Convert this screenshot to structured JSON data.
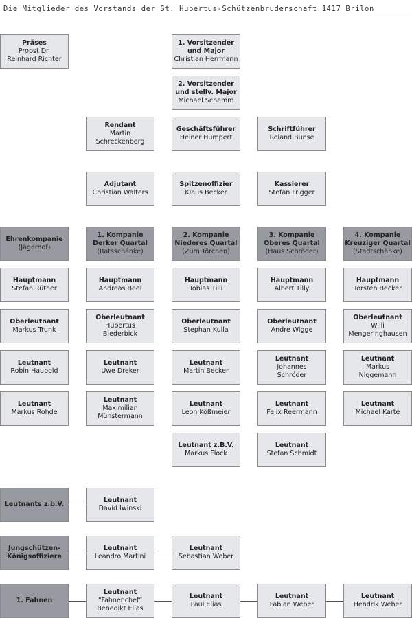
{
  "title": "Die Mitglieder des Vorstands der St. Hubertus-Schützenbruderschaft 1417 Brilon",
  "colors": {
    "light_box": "#e6e7eb",
    "dark_box": "#979ba1",
    "border": "#8a8a8a"
  },
  "boxes": [
    {
      "id": "praeses",
      "dark": false,
      "t": "Präses",
      "s": [
        "Propst Dr.",
        "Reinhard Richter"
      ]
    },
    {
      "id": "vors1",
      "dark": false,
      "t": "1. Vorsitzender\nund Major",
      "s": [
        "Christian Herrmann"
      ]
    },
    {
      "id": "vors2",
      "dark": false,
      "t": "2. Vorsitzender\nund stellv. Major",
      "s": [
        "Michael Schemm"
      ]
    },
    {
      "id": "rendant",
      "dark": false,
      "t": "Rendant",
      "s": [
        "Martin",
        "Schreckenberg"
      ]
    },
    {
      "id": "gf",
      "dark": false,
      "t": "Geschäftsführer",
      "s": [
        "Heiner Humpert"
      ]
    },
    {
      "id": "sf",
      "dark": false,
      "t": "Schriftführer",
      "s": [
        "Roland Bunse"
      ]
    },
    {
      "id": "adjutant",
      "dark": false,
      "t": "Adjutant",
      "s": [
        "Christian Walters"
      ]
    },
    {
      "id": "spitz",
      "dark": false,
      "t": "Spitzenoffizier",
      "s": [
        "Klaus Becker"
      ]
    },
    {
      "id": "kass",
      "dark": false,
      "t": "Kassierer",
      "s": [
        "Stefan Frigger"
      ]
    },
    {
      "id": "k0",
      "dark": true,
      "t": "Ehrenkompanie",
      "s": [
        "(Jägerhof)"
      ]
    },
    {
      "id": "k1",
      "dark": true,
      "t": "1. Kompanie\nDerker Quartal",
      "s": [
        "(Ratsschänke)"
      ]
    },
    {
      "id": "k2",
      "dark": true,
      "t": "2. Kompanie\nNiederes Quartal",
      "s": [
        "(Zum Törchen)"
      ]
    },
    {
      "id": "k3",
      "dark": true,
      "t": "3. Kompanie\nOberes Quartal",
      "s": [
        "(Haus Schröder)"
      ]
    },
    {
      "id": "k4",
      "dark": true,
      "t": "4. Kompanie\nKreuziger Quartal",
      "s": [
        "(Stadtschänke)"
      ]
    },
    {
      "id": "k0h",
      "dark": false,
      "t": "Hauptmann",
      "s": [
        "Stefan Rüther"
      ]
    },
    {
      "id": "k1h",
      "dark": false,
      "t": "Hauptmann",
      "s": [
        "Andreas Beel"
      ]
    },
    {
      "id": "k2h",
      "dark": false,
      "t": "Hauptmann",
      "s": [
        "Tobias Tilli"
      ]
    },
    {
      "id": "k3h",
      "dark": false,
      "t": "Hauptmann",
      "s": [
        "Albert Tilly"
      ]
    },
    {
      "id": "k4h",
      "dark": false,
      "t": "Hauptmann",
      "s": [
        "Torsten Becker"
      ]
    },
    {
      "id": "k0o",
      "dark": false,
      "t": "Oberleutnant",
      "s": [
        "Markus Trunk"
      ]
    },
    {
      "id": "k1o",
      "dark": false,
      "t": "Oberleutnant",
      "s": [
        "Hubertus",
        "Biederbick"
      ]
    },
    {
      "id": "k2o",
      "dark": false,
      "t": "Oberleutnant",
      "s": [
        "Stephan Kulla"
      ]
    },
    {
      "id": "k3o",
      "dark": false,
      "t": "Oberleutnant",
      "s": [
        "Andre Wigge"
      ]
    },
    {
      "id": "k4o",
      "dark": false,
      "t": "Oberleutnant",
      "s": [
        "Willi",
        "Mengeringhausen"
      ]
    },
    {
      "id": "k0l",
      "dark": false,
      "t": "Leutnant",
      "s": [
        "Robin Haubold"
      ]
    },
    {
      "id": "k1l",
      "dark": false,
      "t": "Leutnant",
      "s": [
        "Uwe Dreker"
      ]
    },
    {
      "id": "k2l",
      "dark": false,
      "t": "Leutnant",
      "s": [
        "Martin Becker"
      ]
    },
    {
      "id": "k3l",
      "dark": false,
      "t": "Leutnant",
      "s": [
        "Johannes",
        "Schröder"
      ]
    },
    {
      "id": "k4l",
      "dark": false,
      "t": "Leutnant",
      "s": [
        "Markus",
        "Niggemann"
      ]
    },
    {
      "id": "k0l2",
      "dark": false,
      "t": "Leutnant",
      "s": [
        "Markus Rohde"
      ]
    },
    {
      "id": "k1l2",
      "dark": false,
      "t": "Leutnant",
      "s": [
        "Maximilian",
        "Münstermann"
      ]
    },
    {
      "id": "k2l2",
      "dark": false,
      "t": "Leutnant",
      "s": [
        "Leon Kößmeier"
      ]
    },
    {
      "id": "k3l2",
      "dark": false,
      "t": "Leutnant",
      "s": [
        "Felix Reermann"
      ]
    },
    {
      "id": "k4l2",
      "dark": false,
      "t": "Leutnant",
      "s": [
        "Michael Karte"
      ]
    },
    {
      "id": "k2zbv",
      "dark": false,
      "t": "Leutnant z.B.V.",
      "s": [
        "Markus Flock"
      ]
    },
    {
      "id": "k3l3",
      "dark": false,
      "t": "Leutnant",
      "s": [
        "Stefan Schmidt"
      ]
    },
    {
      "id": "lzbv",
      "dark": true,
      "t": "Leutnants z.b.V.",
      "s": []
    },
    {
      "id": "lzbv1",
      "dark": false,
      "t": "Leutnant",
      "s": [
        "David Iwinski"
      ]
    },
    {
      "id": "jung",
      "dark": true,
      "t": "Jungschützen-\nKönigsoffiziere",
      "s": []
    },
    {
      "id": "jung1",
      "dark": false,
      "t": "Leutnant",
      "s": [
        "Leandro Martini"
      ]
    },
    {
      "id": "jung2",
      "dark": false,
      "t": "Leutnant",
      "s": [
        "Sebastian Weber"
      ]
    },
    {
      "id": "fahnen",
      "dark": true,
      "t": "1. Fahnen",
      "s": []
    },
    {
      "id": "f1",
      "dark": false,
      "t": "Leutnant",
      "s": [
        "“Fahnenchef”",
        "Benedikt Elias"
      ]
    },
    {
      "id": "f2",
      "dark": false,
      "t": "Leutnant",
      "s": [
        "Paul Elias"
      ]
    },
    {
      "id": "f3",
      "dark": false,
      "t": "Leutnant",
      "s": [
        "Fabian Weber"
      ]
    },
    {
      "id": "f4",
      "dark": false,
      "t": "Leutnant",
      "s": [
        "Hendrik Weber"
      ]
    }
  ]
}
